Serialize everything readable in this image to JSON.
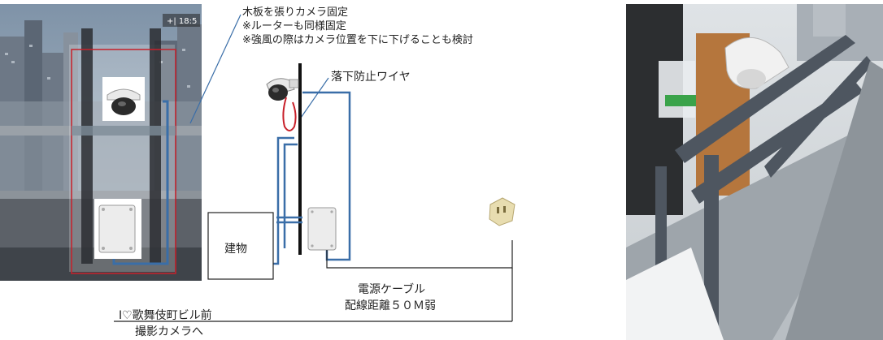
{
  "notes": {
    "line1": "木板を張りカメラ固定",
    "line2": "※ルーターも同様固定",
    "line3": "※強風の際はカメラ位置を下に下げることも検討"
  },
  "labels": {
    "wire": "落下防止ワイヤ",
    "building": "建物",
    "cable_line1": "電源ケーブル",
    "cable_line2": "配線距離５０Ｍ弱",
    "target_line1": "I♡歌舞伎町ビル前",
    "target_line2": "撮影カメラへ"
  },
  "photo_left": {
    "status_text": "+| 18:5"
  },
  "colors": {
    "cable_blue": "#3a6ea8",
    "frame_red": "#c8202a",
    "pole_dark": "#111111"
  }
}
